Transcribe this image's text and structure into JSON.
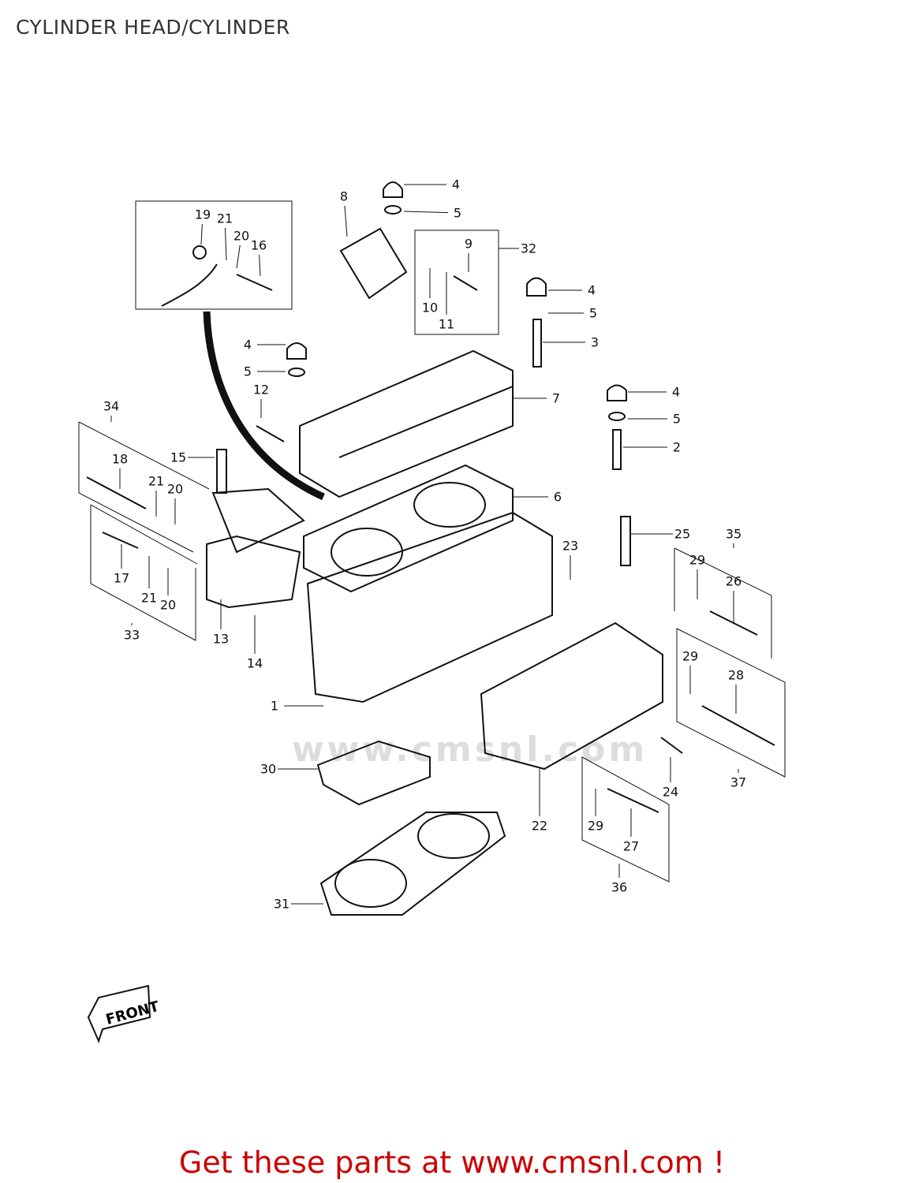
{
  "title": "CYLINDER HEAD/CYLINDER",
  "footer": "Get these parts at www.cmsnl.com !",
  "watermark": "www.cmsnl.com",
  "front_label": "FRONT",
  "callouts": [
    "4",
    "5",
    "8",
    "9",
    "32",
    "19",
    "21",
    "20",
    "16",
    "10",
    "11",
    "4",
    "5",
    "3",
    "4",
    "5",
    "12",
    "7",
    "4",
    "5",
    "2",
    "34",
    "18",
    "15",
    "21",
    "20",
    "6",
    "25",
    "35",
    "23",
    "29",
    "26",
    "17",
    "21",
    "20",
    "13",
    "33",
    "14",
    "29",
    "28",
    "1",
    "30",
    "24",
    "37",
    "22",
    "29",
    "27",
    "36",
    "31"
  ],
  "colors": {
    "footer": "#cc0000",
    "title": "#333333"
  }
}
